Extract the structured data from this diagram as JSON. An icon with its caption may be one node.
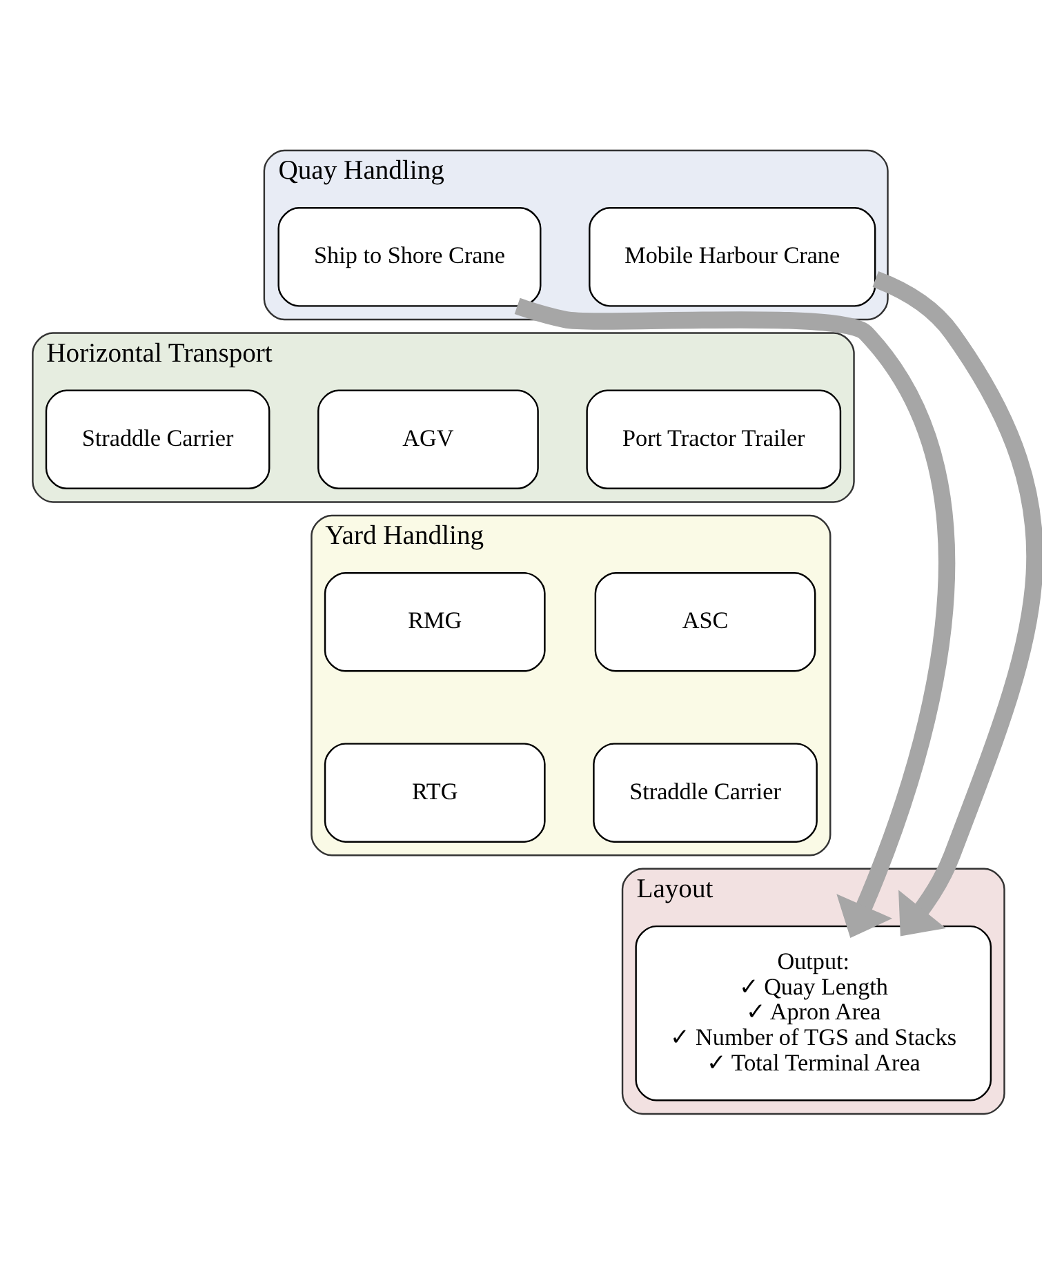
{
  "diagram": {
    "nodes": [
      {
        "text": [
          "Quay Handling"
        ]
      },
      {
        "text": [
          "Ship to Shore Crane"
        ],
        "in": 0
      },
      {
        "text": [
          "Mobile Harbour Crane"
        ],
        "in": 0
      },
      {
        "text": [
          "Horizontal Transport"
        ]
      },
      {
        "text": [
          "Straddle Carrier"
        ],
        "in": 3
      },
      {
        "text": [
          "AGV"
        ],
        "in": 3
      },
      {
        "text": [
          "Port Tractor Trailer"
        ],
        "in": 3
      },
      {
        "text": [
          "Yard Handling"
        ]
      },
      {
        "text": [
          "RMG"
        ],
        "in": 7
      },
      {
        "text": [
          "ASC"
        ],
        "in": 7
      },
      {
        "text": [
          "RTG"
        ],
        "in": 7
      },
      {
        "text": [
          "Straddle Carrier"
        ],
        "in": 7
      },
      {
        "text": [
          "Layout"
        ]
      },
      {
        "text": [
          "Output:",
          "✓ Quay Length",
          "✓ Apron Area",
          "✓ Number of TGS and Stacks",
          "✓ Total Terminal Area"
        ],
        "in": 12
      }
    ],
    "edges": [
      {
        "from": 1,
        "to": 13,
        "arrow": "to",
        "color": "#a6a6a6"
      },
      {
        "from": 2,
        "to": 13,
        "arrow": "to",
        "color": "#a6a6a6"
      }
    ]
  }
}
